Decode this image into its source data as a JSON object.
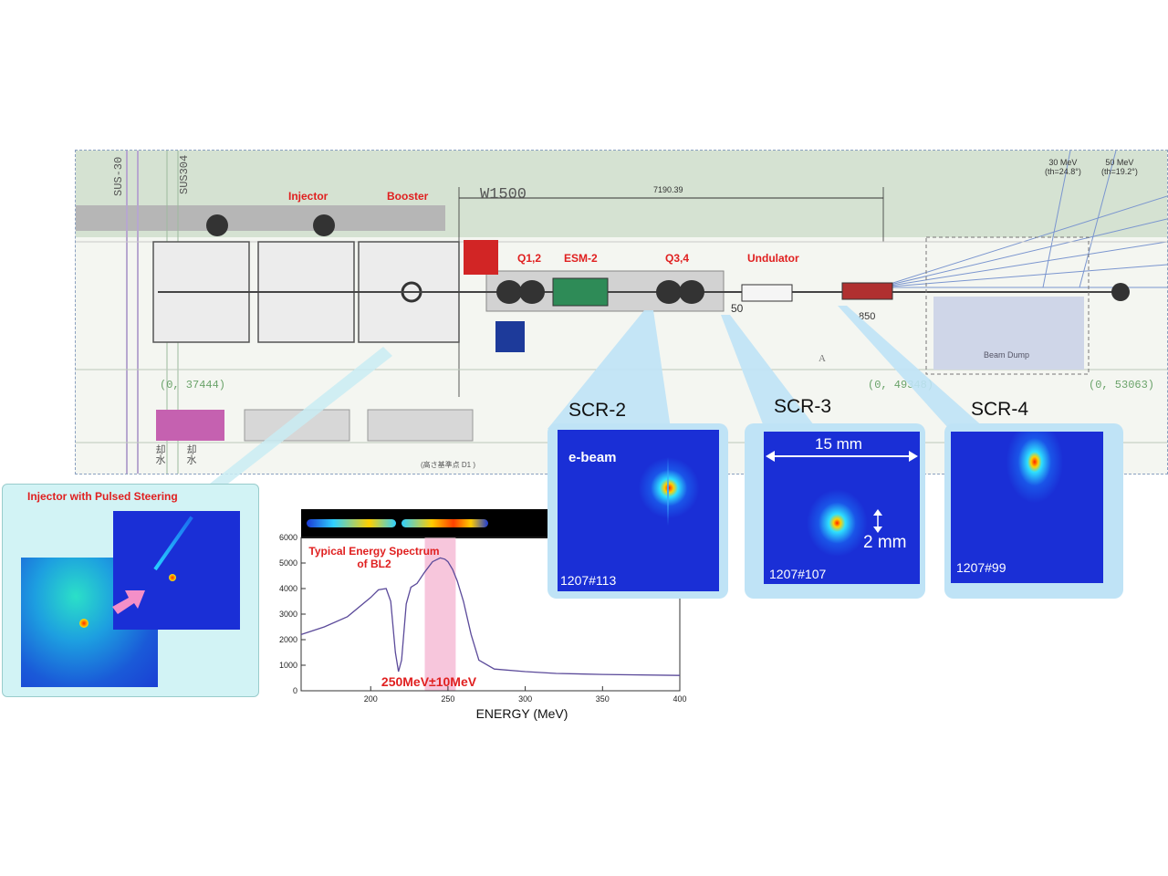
{
  "layout_drawing": {
    "width_label": "W1500",
    "total_length": "7190.39",
    "energy_30": "30 MeV",
    "angle_30": "(th=24.8°)",
    "energy_50": "50 MeV",
    "angle_50": "(th=19.2°)",
    "pipe_label_1": "SUS-30",
    "pipe_label_2": "SUS304",
    "coord_1": "(0, 37444)",
    "coord_2": "(0, 49348)",
    "coord_3": "(0, 53063)",
    "dim_50": "50",
    "dim_850": "850",
    "beam_dump": "Beam Dump",
    "marker_a": "A",
    "ref_point": "(高さ基準点 D1 )",
    "cooling_1": "却水",
    "cooling_2": "却水",
    "components": {
      "injector": "Injector",
      "booster": "Booster",
      "q12": "Q1,2",
      "esm2": "ESM-2",
      "q34": "Q3,4",
      "undulator": "Undulator"
    }
  },
  "injector_panel": {
    "title": "Injector with Pulsed Steering"
  },
  "spectrum": {
    "title_line1": "Typical Energy Spectrum",
    "title_line2": "of BL2",
    "band_label": "250MeV±10MeV"
  },
  "screens": [
    {
      "title": "SCR-2",
      "beam_label": "e-beam",
      "shot_id": "1207#113"
    },
    {
      "title": "SCR-3",
      "width_label": "15 mm",
      "height_label": "2 mm",
      "shot_id": "1207#107"
    },
    {
      "title": "SCR-4",
      "shot_id": "1207#99"
    }
  ],
  "colors": {
    "label_red": "#e02020",
    "panel_blue": "#bfe3f6",
    "beam_background": "#1a2fd6",
    "spectrum_line": "#5b4a9a",
    "energy_band": "#f7c6dc"
  },
  "chart_data": {
    "type": "line",
    "title": "Typical Energy Spectrum of BL2",
    "xlabel": "ENERGY (MeV)",
    "ylabel": "",
    "xlim": [
      155,
      400
    ],
    "ylim": [
      0,
      6000
    ],
    "xticks": [
      200,
      250,
      300,
      350,
      400
    ],
    "yticks": [
      0,
      1000,
      2000,
      3000,
      4000,
      5000,
      6000
    ],
    "highlight_band": [
      235,
      255
    ],
    "series": [
      {
        "x": [
          155,
          170,
          185,
          200,
          205,
          210,
          213,
          216,
          218,
          220,
          223,
          226,
          230,
          235,
          240,
          245,
          248,
          250,
          253,
          256,
          260,
          265,
          270,
          280,
          300,
          320,
          350,
          400
        ],
        "y": [
          2200,
          2500,
          2900,
          3650,
          3950,
          4000,
          3500,
          1500,
          750,
          1200,
          3400,
          4050,
          4200,
          4650,
          5050,
          5200,
          5150,
          5050,
          4750,
          4300,
          3500,
          2200,
          1200,
          850,
          750,
          680,
          640,
          600
        ]
      }
    ]
  }
}
